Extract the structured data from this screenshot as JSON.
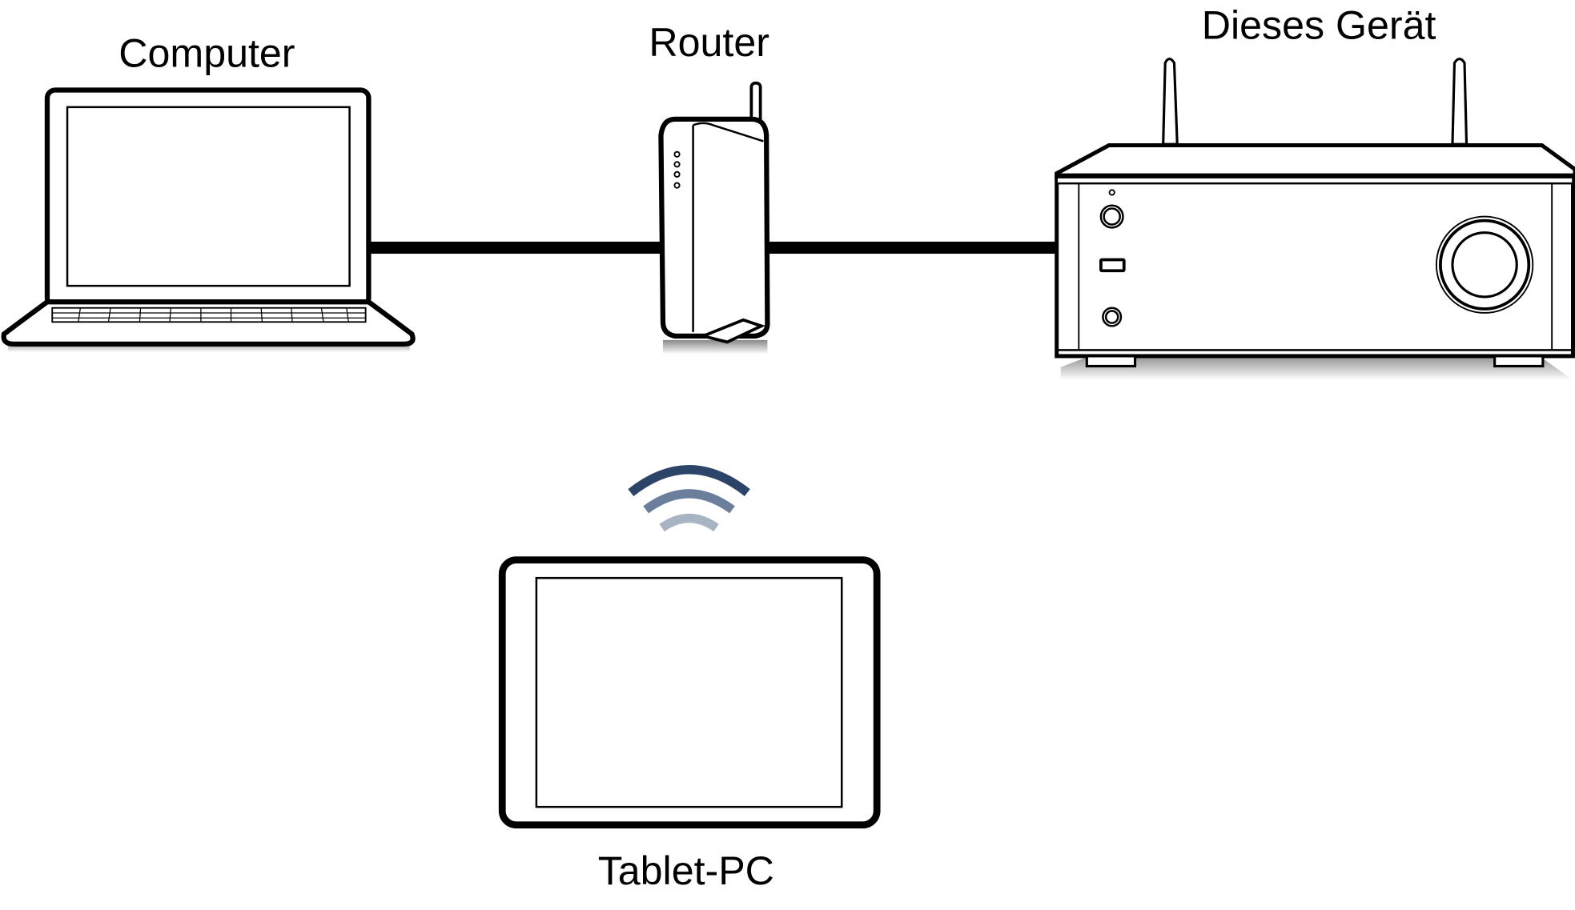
{
  "labels": {
    "computer": "Computer",
    "router": "Router",
    "device": "Dieses Gerät",
    "tablet": "Tablet-PC"
  },
  "colors": {
    "line": "#000000",
    "wifi_dark": "#2b4468",
    "wifi_light": "#b8c0cc"
  },
  "icons": [
    "laptop-icon",
    "router-icon",
    "audio-receiver-icon",
    "wifi-icon",
    "tablet-icon"
  ]
}
